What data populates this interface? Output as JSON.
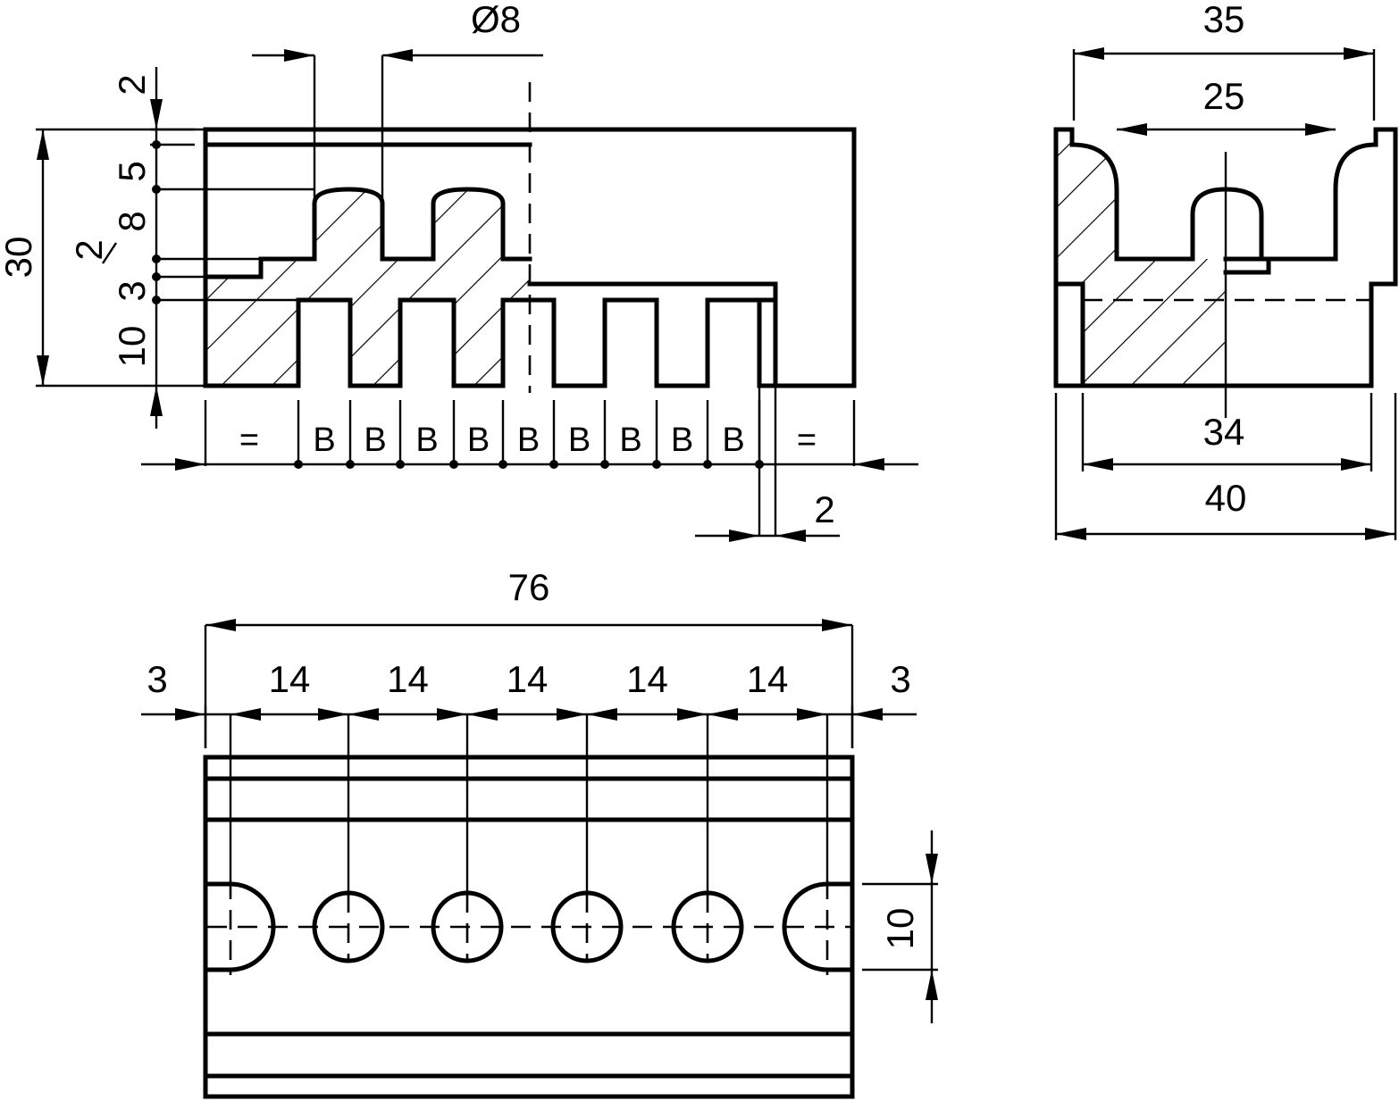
{
  "front_view": {
    "dimensions": {
      "hole_diameter": "Ø8",
      "height_total": "30",
      "step_2_top": "2",
      "step_5": "5",
      "step_8": "8",
      "step_2_mid": "2",
      "step_3": "3",
      "step_10": "10",
      "gap_2": "2"
    },
    "equal_label": "=",
    "pitch_label": "B",
    "pitch_count": 9
  },
  "side_view": {
    "dimensions": {
      "width_top": "35",
      "width_inner": "25",
      "width_slot": "34",
      "width_total": "40"
    }
  },
  "top_view": {
    "dimensions": {
      "length_total": "76",
      "edge_left": "3",
      "edge_right": "3",
      "pitch": "14",
      "pitch_count": 5,
      "hole_offset": "10"
    }
  },
  "colors": {
    "line": "#000000",
    "background": "#ffffff"
  }
}
